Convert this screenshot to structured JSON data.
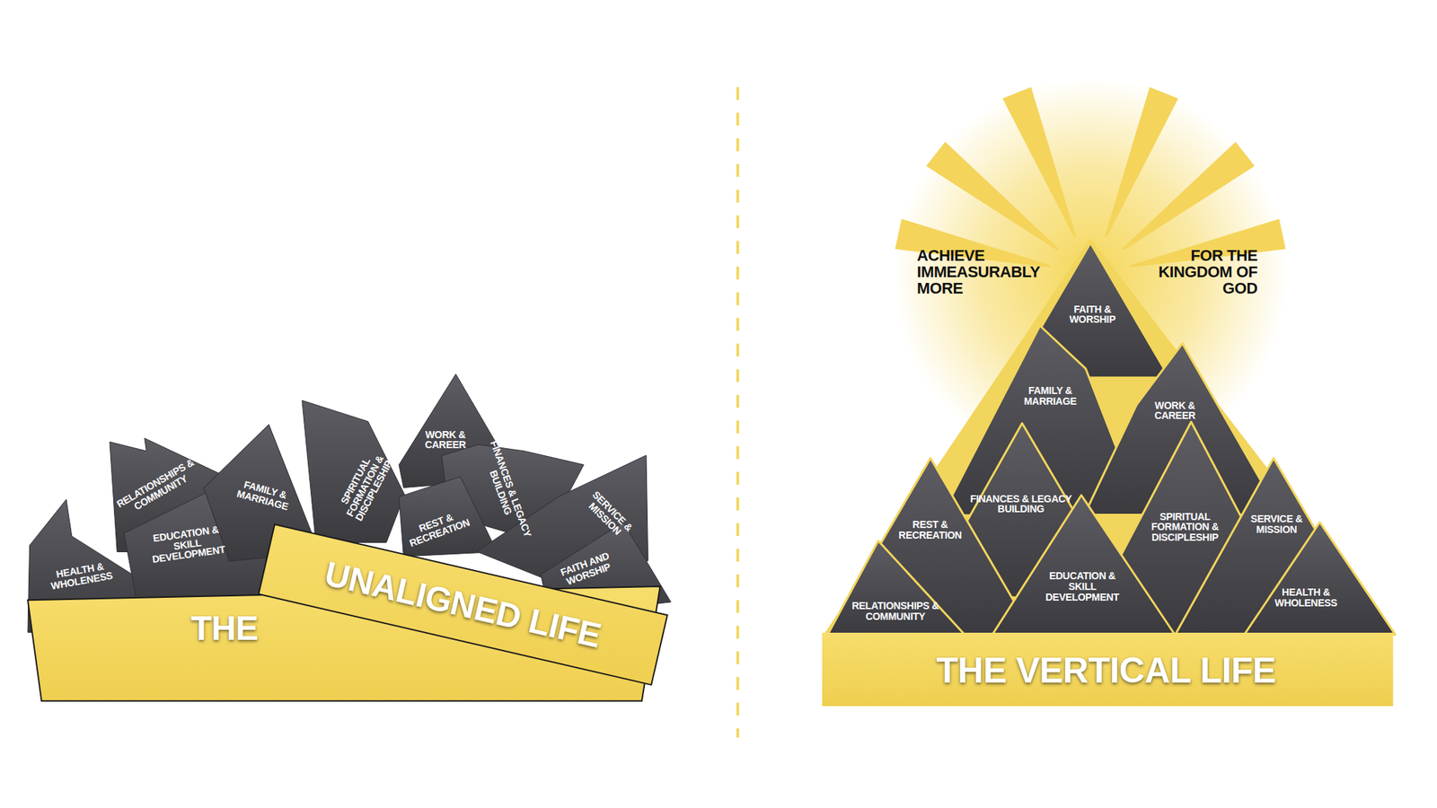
{
  "diagram": {
    "nodes": [
      {
        "text": [
          "HEALTH & WHOLENESS"
        ]
      },
      {
        "text": [
          "RELATIONSHIPS & COMMUNITY"
        ]
      },
      {
        "text": [
          "EDUCATION & SKILL DEVELOPMENT"
        ]
      },
      {
        "text": [
          "FAMILY & MARRIAGE"
        ]
      },
      {
        "text": [
          "SPIRITUAL FORMATION & DISCIPLESHIP"
        ]
      },
      {
        "text": [
          "WORK & CAREER"
        ]
      },
      {
        "text": [
          "FINANCES & LEGACY BUILDING"
        ]
      },
      {
        "text": [
          "REST & RECREATION"
        ]
      },
      {
        "text": [
          "SERVICE & MISSION"
        ]
      },
      {
        "text": [
          "FAITH AND WORSHIP"
        ]
      },
      {
        "text": [
          "THE"
        ]
      },
      {
        "text": [
          "UNALIGNED LIFE"
        ]
      },
      {
        "text": [
          "FAITH & WORSHIP"
        ]
      },
      {
        "text": [
          "FAMILY & MARRIAGE"
        ]
      },
      {
        "text": [
          "WORK & CAREER"
        ]
      },
      {
        "text": [
          "FINANCES & LEGACY BUILDING"
        ]
      },
      {
        "text": [
          "SPIRITUAL FORMATION & DISCIPLESHIP"
        ]
      },
      {
        "text": [
          "REST & RECREATION"
        ]
      },
      {
        "text": [
          "SERVICE & MISSION"
        ]
      },
      {
        "text": [
          "EDUCATION & SKILL DEVELOPMENT"
        ]
      },
      {
        "text": [
          "RELATIONSHIPS & COMMUNITY"
        ]
      },
      {
        "text": [
          "HEALTH & WHOLENESS"
        ]
      },
      {
        "text": [
          "THE VERTICAL LIFE"
        ]
      }
    ],
    "labels": [
      "ACHIEVE IMMEASURABLY MORE",
      "FOR THE KINGDOM OF GOD"
    ]
  }
}
